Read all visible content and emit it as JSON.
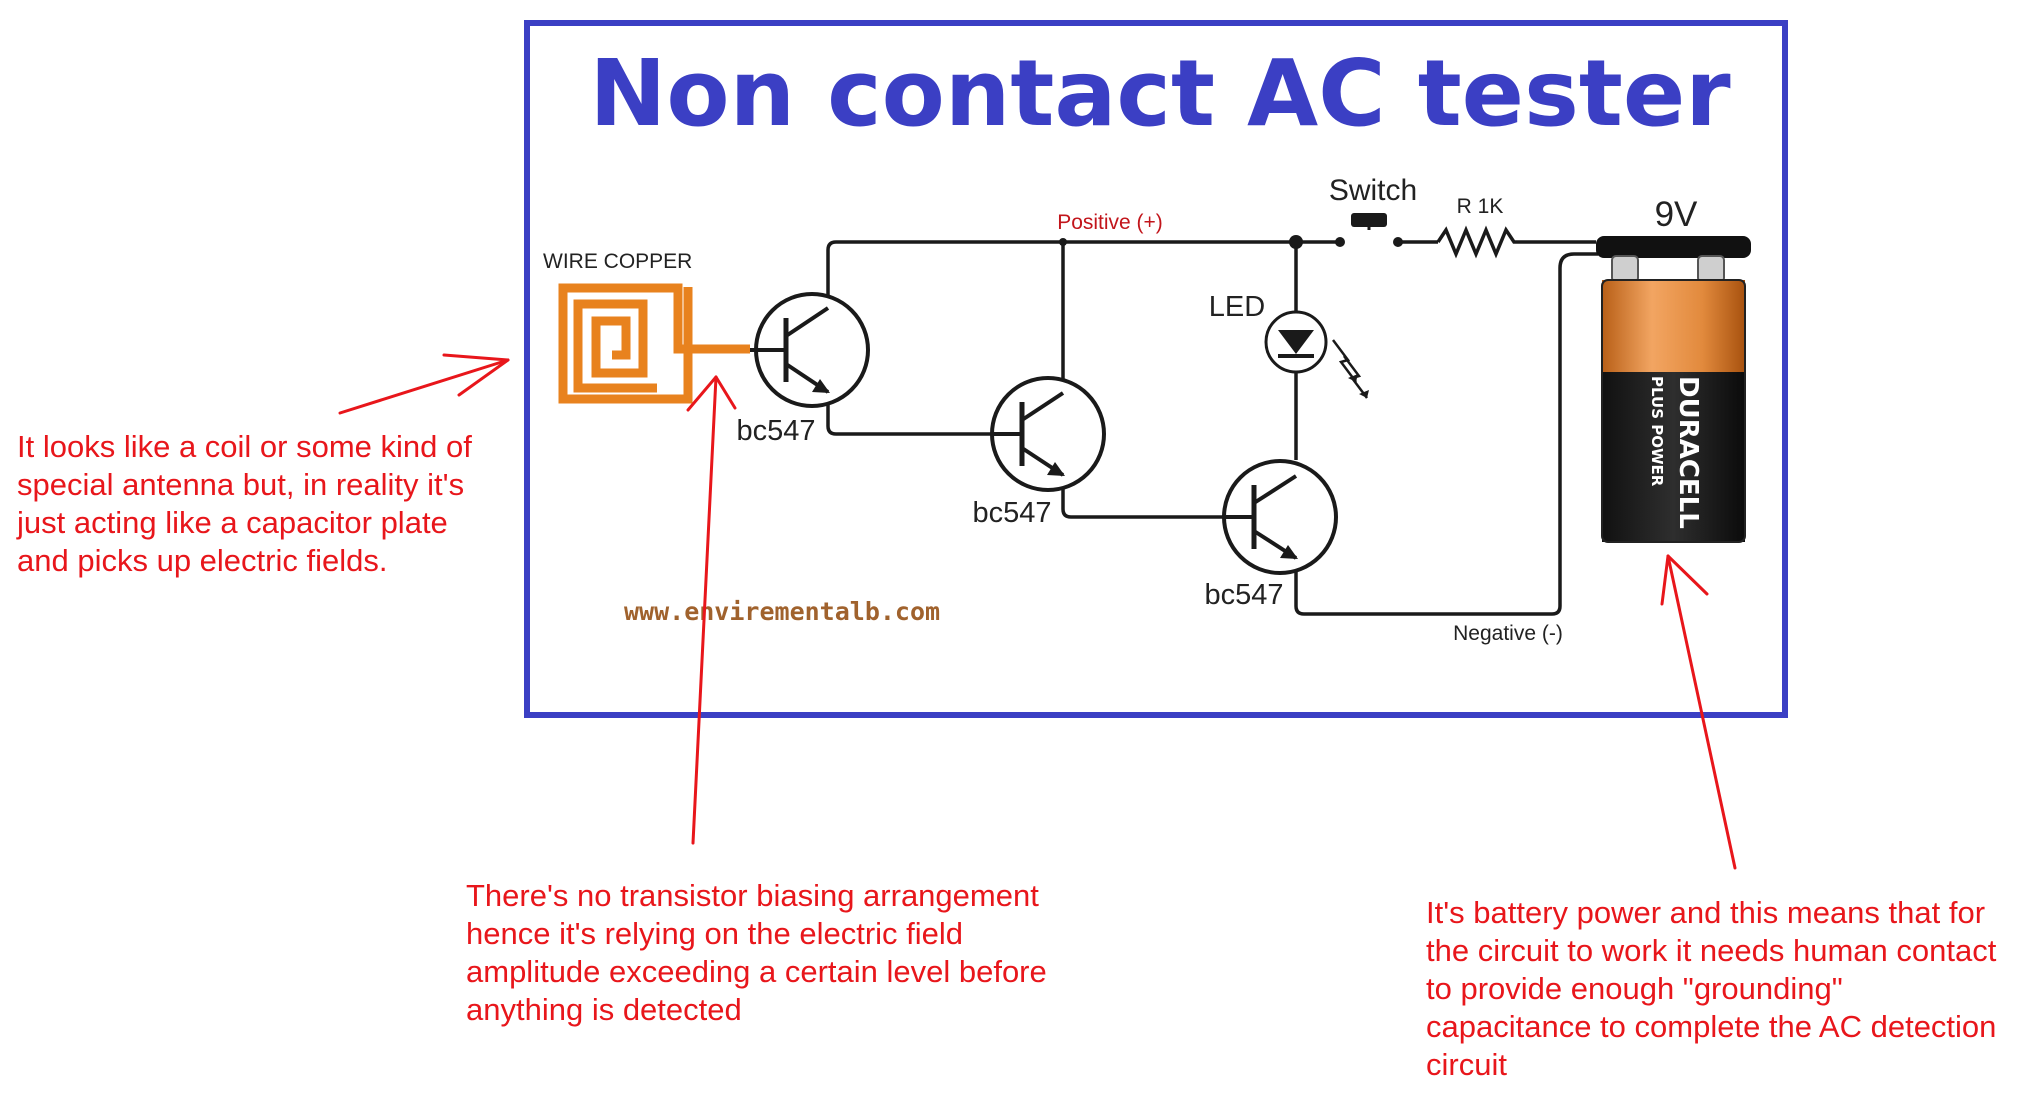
{
  "title": "Non contact AC tester",
  "labels": {
    "wire_copper": "WIRE COPPER",
    "positive": "Positive (+)",
    "negative": "Negative (-)",
    "switch": "Switch",
    "resistor": "R 1K",
    "led": "LED",
    "battery_voltage": "9V",
    "transistor_1": "bc547",
    "transistor_2": "bc547",
    "transistor_3": "bc547",
    "website": "www.envirementalb.com",
    "battery_brand": "DURACELL",
    "battery_sub": "PLUS POWER"
  },
  "annotations": {
    "antenna": [
      "It looks like a coil or some kind of",
      "special antenna but, in reality it's",
      "just acting like a capacitor plate",
      "and picks up electric fields."
    ],
    "biasing": [
      "There's no transistor biasing arrangement",
      "hence it's relying on the electric field",
      "amplitude exceeding a certain level before",
      "anything is detected"
    ],
    "battery": [
      "It's battery power and this means that for",
      "the circuit to work it needs human contact",
      "to provide enough \"grounding\"",
      "capacitance to complete the AC detection",
      "circuit"
    ]
  },
  "colors": {
    "frame_blue": "#3b3fc4",
    "title_blue": "#3b3fc4",
    "annotation_red": "#e8161b",
    "copper": "#e8821e",
    "website_brown": "#a0622d",
    "wire_black": "#1a1a1a"
  }
}
